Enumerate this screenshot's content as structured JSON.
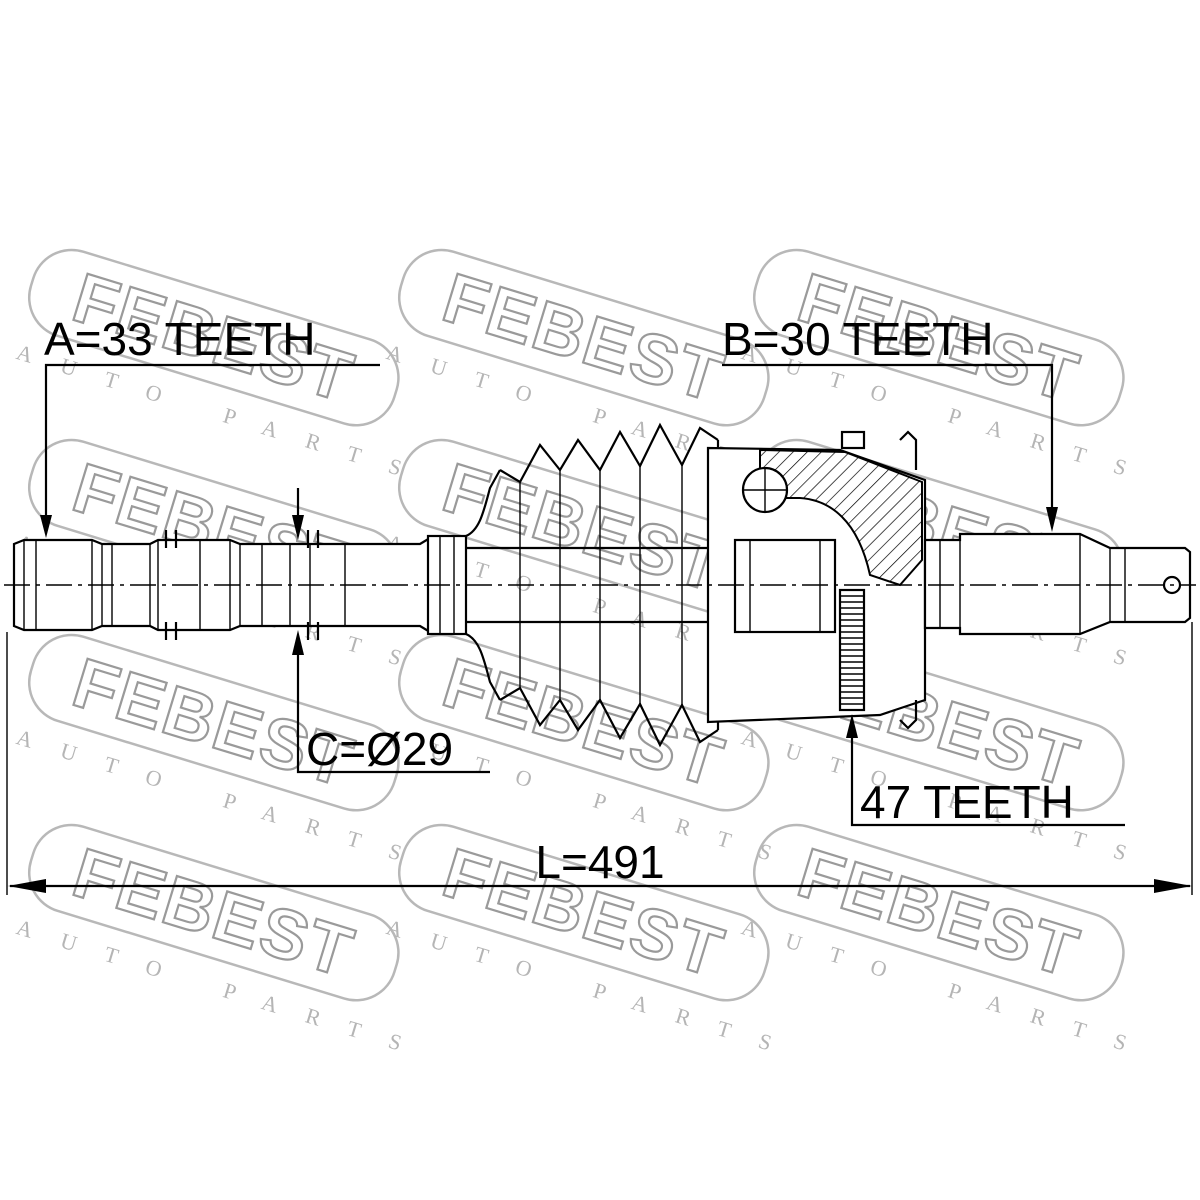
{
  "watermark": {
    "brand": "FEBEST",
    "tagline": "AUTO PARTS"
  },
  "labels": {
    "a": "A=33 TEETH",
    "b": "B=30 TEETH",
    "c": "C=Ø29",
    "abs": "47 TEETH",
    "length": "L=491"
  },
  "icons": {
    "watermark": "febest-logo-icon",
    "drawing": "drive-shaft-drawing"
  }
}
